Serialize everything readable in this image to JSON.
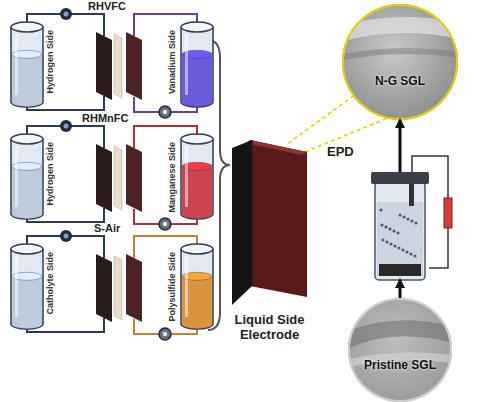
{
  "diagram": {
    "nodes": [
      {
        "text": [
          "Hydrogen Side"
        ]
      },
      {
        "text": [
          "Vanadium Side"
        ]
      },
      {
        "text": [
          "Hydrogen Side"
        ]
      },
      {
        "text": [
          "Manganese Side"
        ]
      },
      {
        "text": [
          "Catholyte Side"
        ]
      },
      {
        "text": [
          "Polysulfide Side"
        ]
      },
      {
        "text": [
          "Liquid Side Electrode"
        ]
      },
      {
        "text": [
          "N-G SGL"
        ]
      },
      {
        "text": [
          "EPD"
        ]
      },
      {
        "text": [
          "Pristine SGL"
        ]
      }
    ],
    "edges": [
      {
        "from": 6,
        "to": 7,
        "arrow": "none"
      },
      {
        "from": 9,
        "to": 8,
        "arrow": "to"
      },
      {
        "from": 8,
        "to": 7,
        "arrow": "to"
      }
    ],
    "labels": [
      "RHVFC",
      "RHMnFC",
      "S-Air"
    ]
  }
}
